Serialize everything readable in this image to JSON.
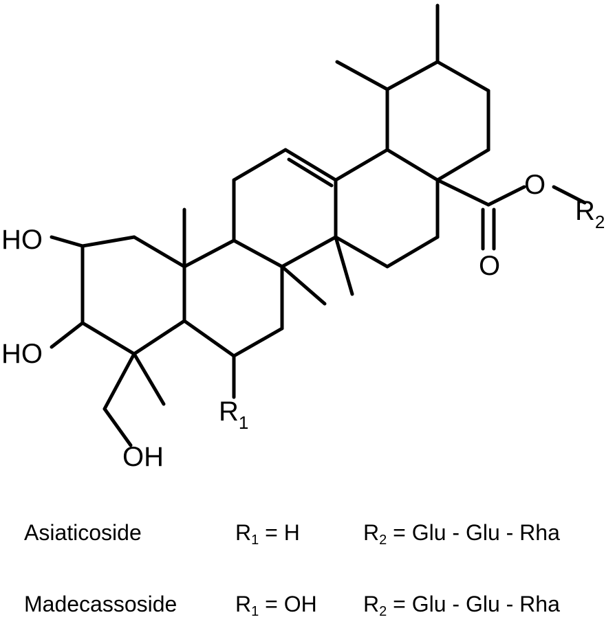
{
  "structure": {
    "labels": {
      "ho_top": "HO",
      "ho_bottom": "HO",
      "oh_bottom": "OH",
      "ester_o": "O",
      "carbonyl_o": "O",
      "r1_letter": "R",
      "r1_sub": "1",
      "r2_letter": "R",
      "r2_sub": "2"
    }
  },
  "legend": {
    "rows": [
      {
        "name": "Asiaticoside",
        "r1_letter": "R",
        "r1_sub": "1",
        "r1_value": " = H",
        "r2_letter": "R",
        "r2_sub": "2",
        "r2_value": " = Glu - Glu - Rha"
      },
      {
        "name": "Madecassoside",
        "r1_letter": "R",
        "r1_sub": "1",
        "r1_value": " = OH",
        "r2_letter": "R",
        "r2_sub": "2",
        "r2_value": " = Glu - Glu - Rha"
      }
    ]
  }
}
